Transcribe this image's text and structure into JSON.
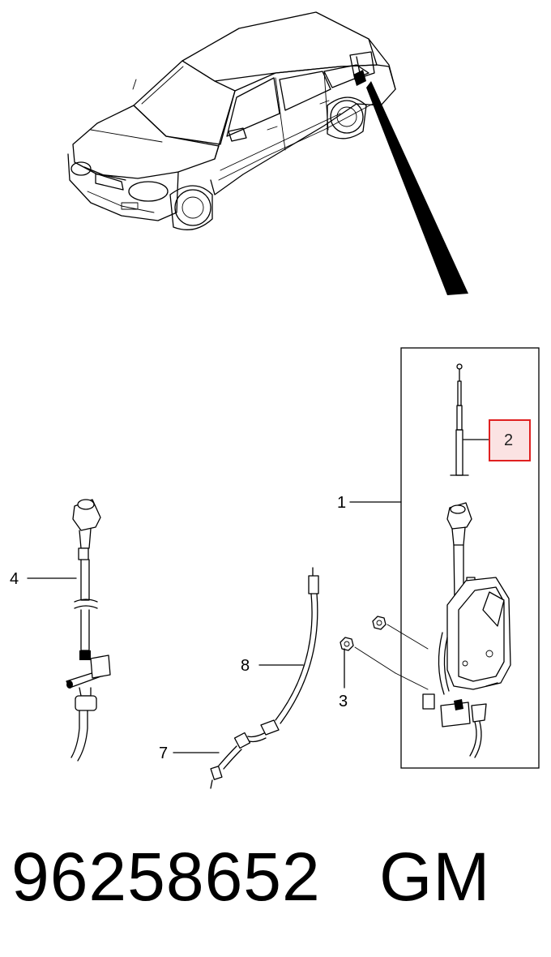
{
  "callouts": {
    "c1": "1",
    "c2": "2",
    "c3": "3",
    "c4": "4",
    "c7": "7",
    "c8": "8"
  },
  "footer": {
    "part_number": "96258652",
    "brand": "GM"
  },
  "colors": {
    "highlight_border": "#e02020",
    "highlight_fill": "#fbe3e3",
    "line": "#000000",
    "background": "#ffffff"
  }
}
